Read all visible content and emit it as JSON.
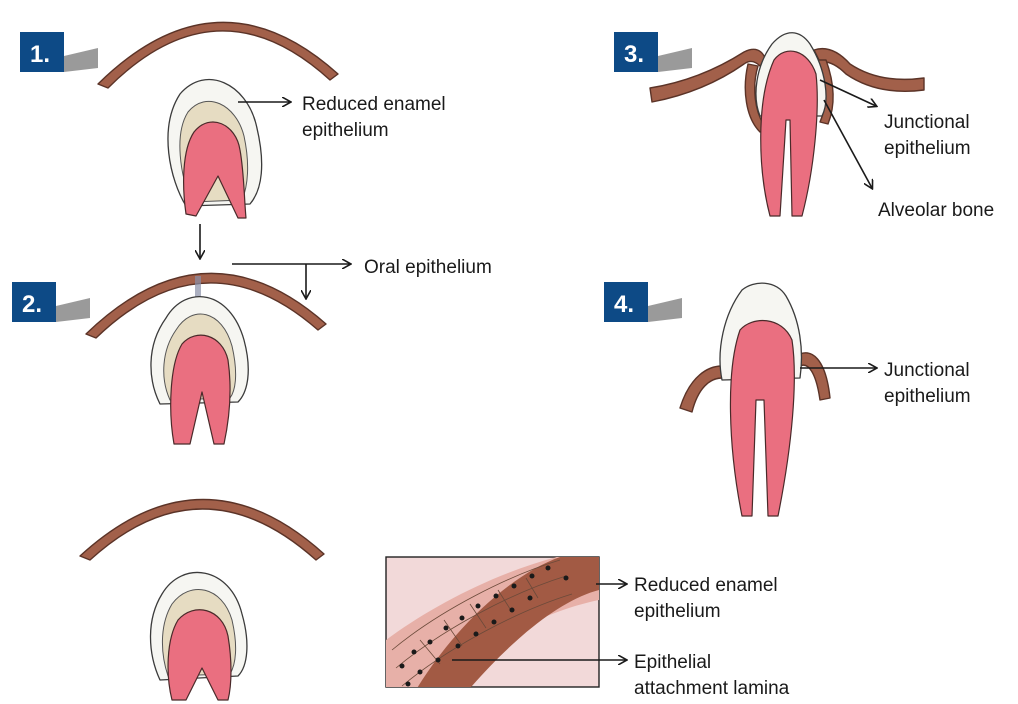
{
  "steps": [
    "1.",
    "2.",
    "3.",
    "4."
  ],
  "labels": {
    "reduced_enamel_top_1": "Reduced enamel",
    "reduced_enamel_top_2": "epithelium",
    "oral_epithelium": "Oral epithelium",
    "junctional_3_1": "Junctional",
    "junctional_3_2": "epithelium",
    "alveolar_bone": "Alveolar bone",
    "junctional_4_1": "Junctional",
    "junctional_4_2": "epithelium",
    "inset_reduced_1": "Reduced enamel",
    "inset_reduced_2": "epithelium",
    "inset_attach_1": "Epithelial",
    "inset_attach_2": "attachment lamina"
  },
  "colors": {
    "step_badge": "#0d4a86",
    "gum": "#a2604a",
    "pulp": "#ea6f80",
    "enamel": "#f6f6f2",
    "inset_bg": "#f2d9d9"
  }
}
